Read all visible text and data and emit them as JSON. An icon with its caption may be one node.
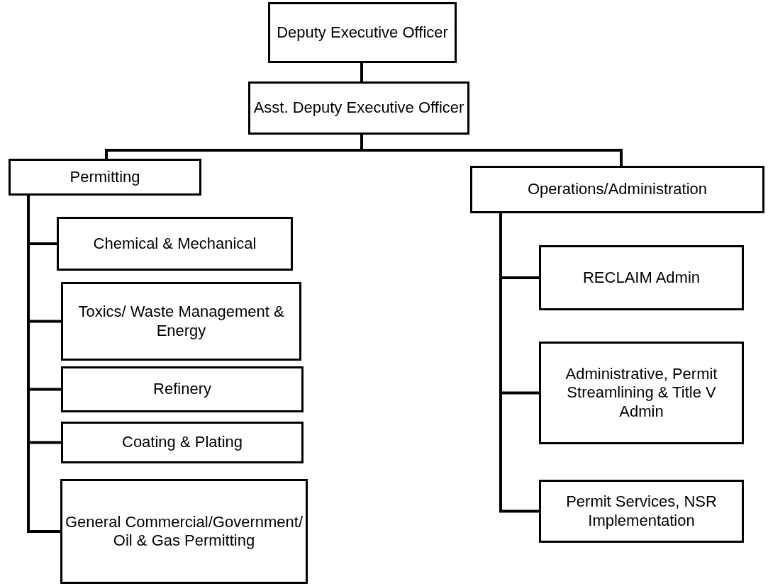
{
  "diagram": {
    "nodes": [
      {
        "text": [
          "Deputy Executive Officer"
        ]
      },
      {
        "text": [
          "Asst. Deputy Executive Officer"
        ]
      },
      {
        "text": [
          "Permitting"
        ]
      },
      {
        "text": [
          "Operations/Administration"
        ]
      },
      {
        "text": [
          "Chemical & Mechanical"
        ]
      },
      {
        "text": [
          "Toxics/ Waste Management & Energy"
        ]
      },
      {
        "text": [
          "Refinery"
        ]
      },
      {
        "text": [
          "Coating & Plating"
        ]
      },
      {
        "text": [
          "General Commercial/Government/ Oil & Gas Permitting"
        ]
      },
      {
        "text": [
          "RECLAIM Admin"
        ]
      },
      {
        "text": [
          "Administrative, Permit Streamlining & Title V Admin"
        ]
      },
      {
        "text": [
          "Permit Services, NSR Implementation"
        ]
      }
    ],
    "edges": [
      {
        "from": 0,
        "to": 1,
        "arrow": "none"
      },
      {
        "from": 1,
        "to": 2,
        "arrow": "none"
      },
      {
        "from": 1,
        "to": 3,
        "arrow": "none"
      },
      {
        "from": 2,
        "to": 4,
        "arrow": "none"
      },
      {
        "from": 2,
        "to": 5,
        "arrow": "none"
      },
      {
        "from": 2,
        "to": 6,
        "arrow": "none"
      },
      {
        "from": 2,
        "to": 7,
        "arrow": "none"
      },
      {
        "from": 2,
        "to": 8,
        "arrow": "none"
      },
      {
        "from": 3,
        "to": 9,
        "arrow": "none"
      },
      {
        "from": 3,
        "to": 10,
        "arrow": "none"
      },
      {
        "from": 3,
        "to": 11,
        "arrow": "none"
      }
    ]
  }
}
